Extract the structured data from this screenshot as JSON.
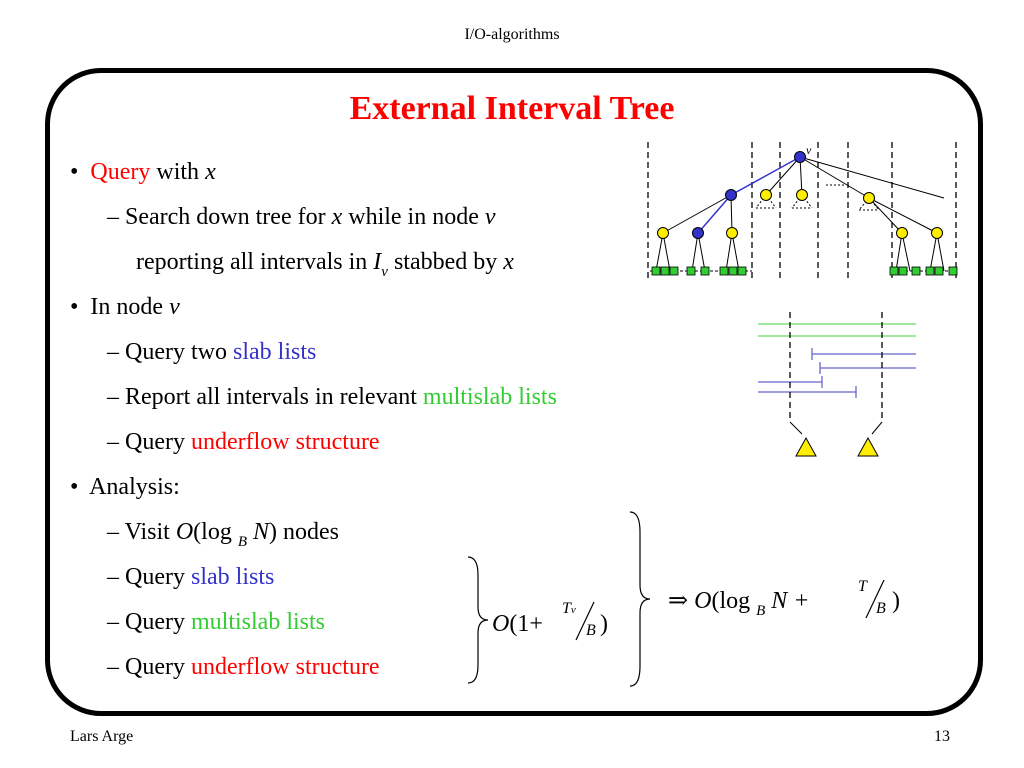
{
  "header": {
    "title": "I/O-algorithms"
  },
  "footer": {
    "author": "Lars Arge",
    "page": "13"
  },
  "slide": {
    "title": "External Interval Tree",
    "bullets": [
      {
        "bullet": "•",
        "query": "Query",
        "with": " with ",
        "x": "x"
      },
      {
        "dash": "–",
        "text1": "Search down tree for ",
        "x": "x",
        "text2": " while in node ",
        "v": "v"
      },
      {
        "text1": "reporting all intervals in ",
        "I": "I",
        "sub": "v",
        "text2": " stabbed by ",
        "x": "x"
      },
      {
        "bullet": "•",
        "text": "In node ",
        "v": "v"
      },
      {
        "dash": "–",
        "text": "Query two ",
        "hl": "slab lists"
      },
      {
        "dash": "–",
        "text": "Report all intervals in relevant ",
        "hl": "multislab lists"
      },
      {
        "dash": "–",
        "text": "Query ",
        "hl": "underflow structure"
      },
      {
        "bullet": "•",
        "text": "Analysis:"
      },
      {
        "dash": "–",
        "text": "Visit ",
        "O": "O",
        "paren": "(log ",
        "B": "B",
        "N": " N",
        "close": ") nodes"
      },
      {
        "dash": "–",
        "text": "Query ",
        "hl": "slab lists"
      },
      {
        "dash": "–",
        "text": "Query ",
        "hl": "multislab lists"
      },
      {
        "dash": "–",
        "text": "Query ",
        "hl": "underflow structure"
      }
    ],
    "formula1": {
      "O": "O",
      "open": "(1+",
      "T": "T",
      "Tsub": "v",
      "B": "B",
      "close": ")"
    },
    "formula2": {
      "arrow": "⇒",
      "O": "O",
      "open": "(log ",
      "B": "B",
      "N": " N + ",
      "T": "T",
      "B2": "B",
      "close": ")"
    },
    "tree_label": {
      "v": "v"
    }
  }
}
